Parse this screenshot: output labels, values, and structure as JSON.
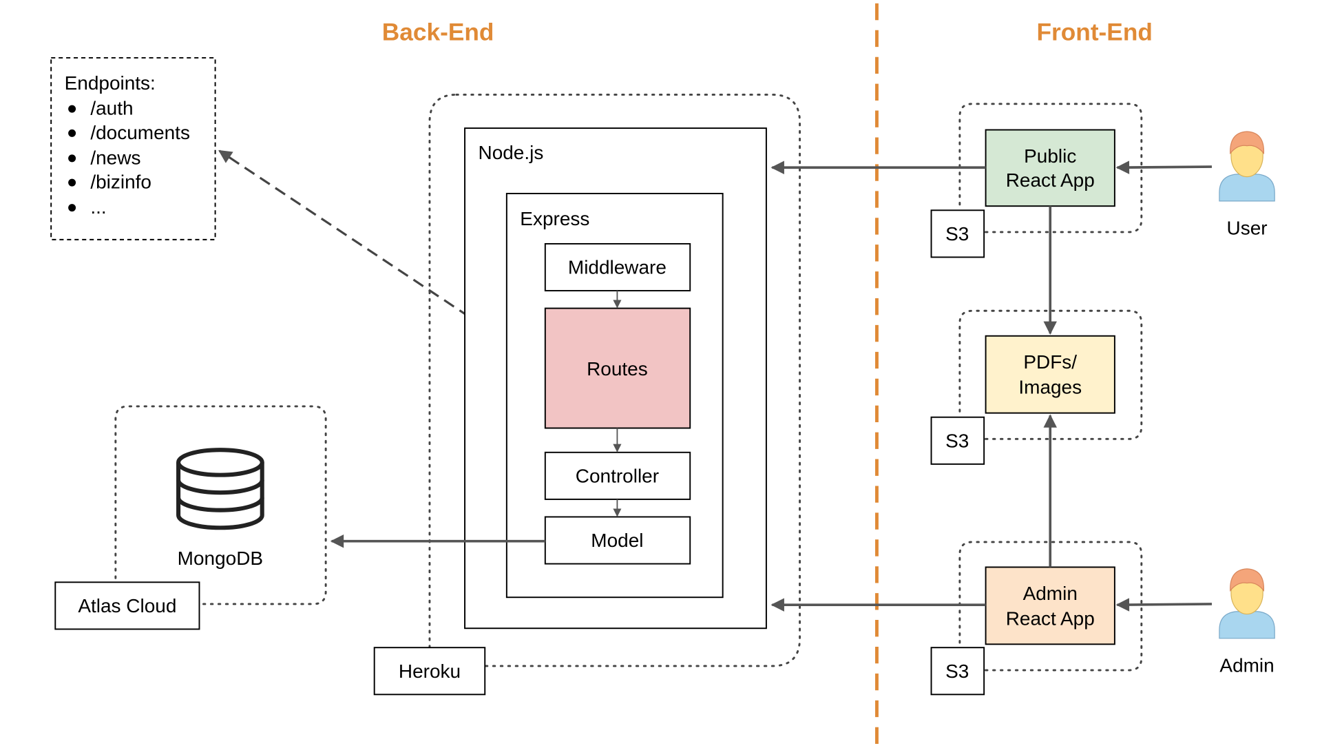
{
  "headers": {
    "backend": "Back-End",
    "frontend": "Front-End"
  },
  "endpoints": {
    "title": "Endpoints:",
    "items": [
      "/auth",
      "/documents",
      "/news",
      "/bizinfo",
      "..."
    ]
  },
  "backend": {
    "node_label": "Node.js",
    "express_label": "Express",
    "middleware_label": "Middleware",
    "routes_label": "Routes",
    "controller_label": "Controller",
    "model_label": "Model",
    "heroku_label": "Heroku"
  },
  "database": {
    "label": "MongoDB",
    "host_label": "Atlas Cloud"
  },
  "frontend": {
    "public_app": [
      "Public",
      "React App"
    ],
    "assets": [
      "PDFs/",
      "Images"
    ],
    "admin_app": [
      "Admin",
      "React App"
    ],
    "s3_label": "S3"
  },
  "actors": {
    "user_label": "User",
    "admin_label": "Admin"
  },
  "colors": {
    "accent_orange": "#e08a36",
    "routes_fill": "#f2c4c4",
    "public_fill": "#d5e8d4",
    "assets_fill": "#fff2cc",
    "admin_fill": "#fde3c9",
    "actor_skin": "#ffe08a",
    "actor_hair": "#f4a57a",
    "actor_body": "#a9d6ef"
  }
}
